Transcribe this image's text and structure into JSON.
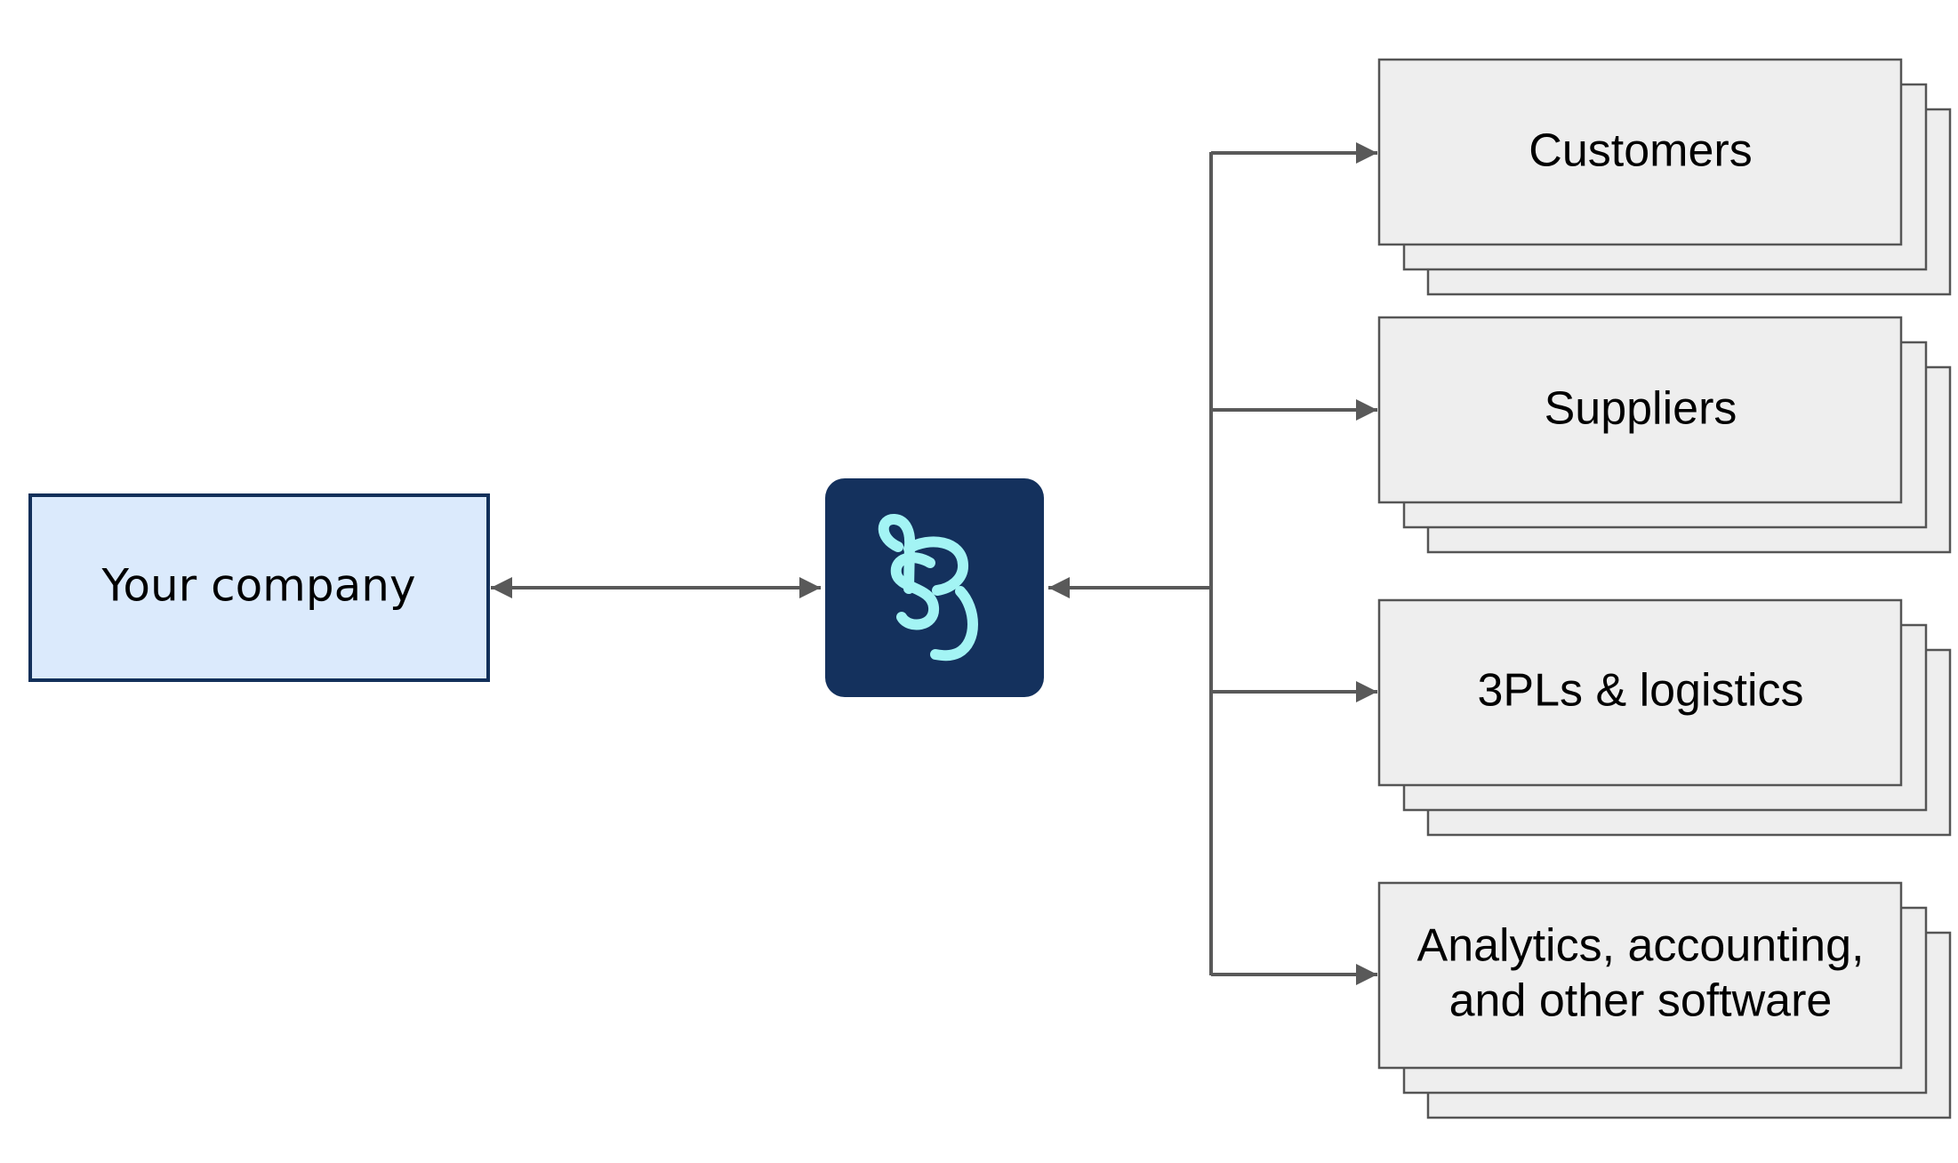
{
  "colors": {
    "company_fill": "#dbeafc",
    "company_stroke": "#12305a",
    "hub_fill": "#14315d",
    "hub_logo": "#a3f4f4",
    "partner_fill": "#eeeeee",
    "partner_stroke": "#555555",
    "connector": "#595959"
  },
  "company": {
    "label": "Your company"
  },
  "hub": {
    "icon": "brand-logo-icon"
  },
  "partners": [
    {
      "id": "customers",
      "lines": [
        "Customers"
      ]
    },
    {
      "id": "suppliers",
      "lines": [
        "Suppliers"
      ]
    },
    {
      "id": "3pls",
      "lines": [
        "3PLs & logistics"
      ]
    },
    {
      "id": "software",
      "lines": [
        "Analytics, accounting,",
        "and other software"
      ]
    }
  ]
}
